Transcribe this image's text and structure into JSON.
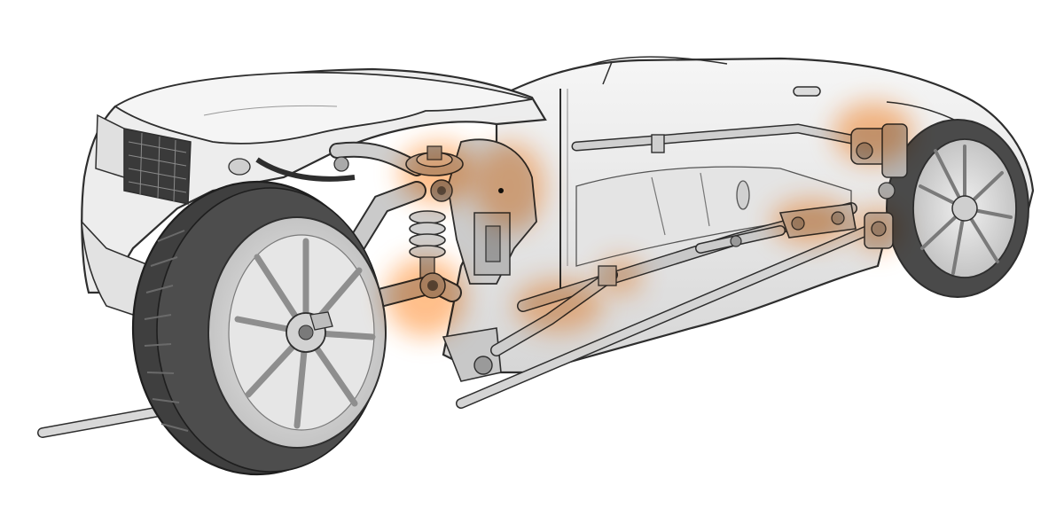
{
  "illustration": {
    "subject": "cutaway-car-suspension",
    "colors": {
      "background": "#ffffff",
      "body": "#ededed",
      "body_shade": "#d4d4d4",
      "line": "#2e2e2e",
      "part": "#bcbcbc",
      "tire": "#4a4a4a",
      "rim": "#dadada",
      "highlight": "#ff8a2a"
    },
    "highlights": [
      {
        "id": "front-strut-mount",
        "icon": "glow-front-strut-mount"
      },
      {
        "id": "front-knuckle",
        "icon": "glow-front-knuckle"
      },
      {
        "id": "front-lower-arm",
        "icon": "glow-front-lower-arm"
      },
      {
        "id": "front-subframe-bushing",
        "icon": "glow-front-subframe-bushing"
      },
      {
        "id": "mid-link",
        "icon": "glow-mid-link"
      },
      {
        "id": "trailing-arm-bracket",
        "icon": "glow-trailing-arm-bracket"
      },
      {
        "id": "rear-upper-mount",
        "icon": "glow-rear-upper-mount"
      },
      {
        "id": "rear-lower-mount",
        "icon": "glow-rear-lower-mount"
      }
    ]
  }
}
